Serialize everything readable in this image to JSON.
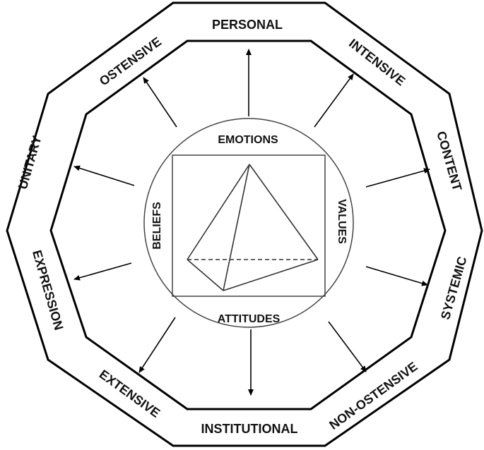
{
  "outer_labels": {
    "top": "PERSONAL",
    "top_right": "INTENSIVE",
    "right_upper": "CONTENT",
    "right_lower": "SYSTEMIC",
    "bottom_right": "NON-OSTENSIVE",
    "bottom": "INSTITUTIONAL",
    "bottom_left": "EXTENSIVE",
    "left_lower": "EXPRESSION",
    "left_upper": "UNITARY",
    "top_left": "OSTENSIVE"
  },
  "inner_labels": {
    "top": "EMOTIONS",
    "bottom": "ATTITUDES",
    "left": "BELIEFS",
    "right": "VALUES"
  }
}
